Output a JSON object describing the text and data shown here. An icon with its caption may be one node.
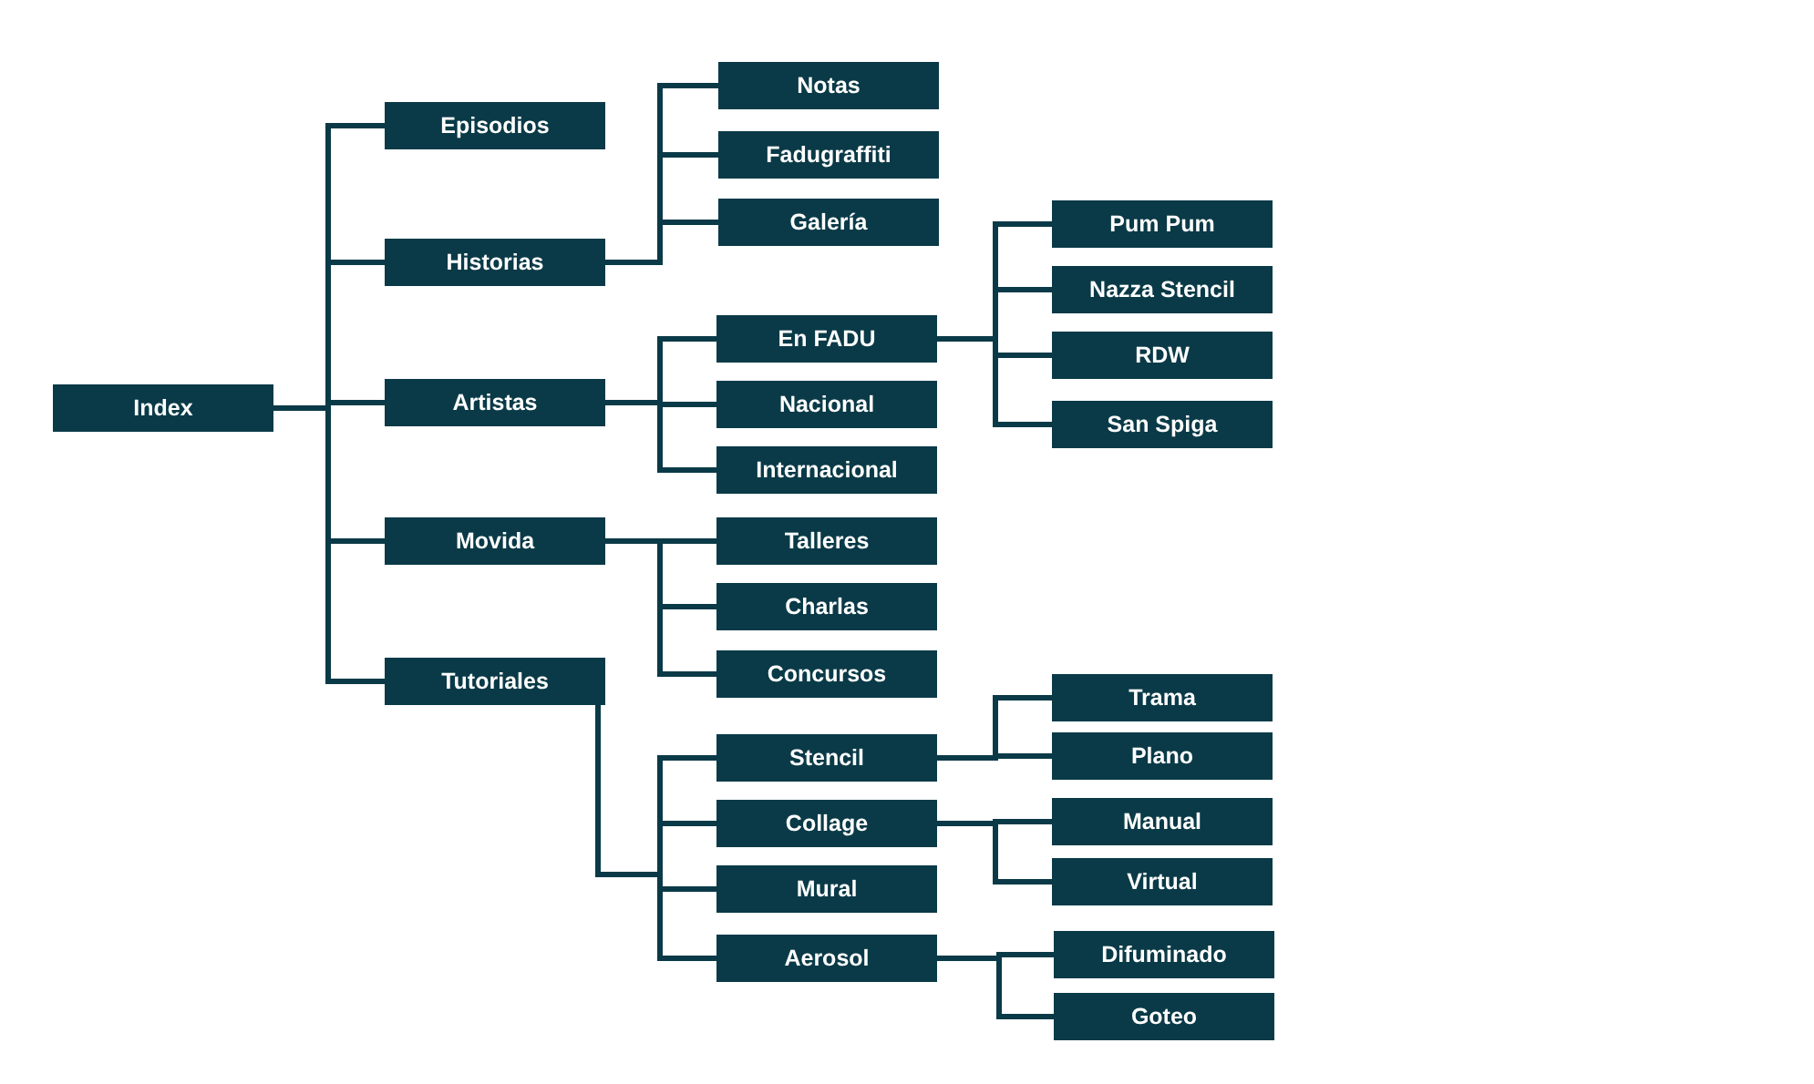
{
  "diagram": {
    "nodes": [
      {
        "text": [
          "Index"
        ]
      },
      {
        "text": [
          "Episodios"
        ]
      },
      {
        "text": [
          "Historias"
        ]
      },
      {
        "text": [
          "Artistas"
        ]
      },
      {
        "text": [
          "Movida"
        ]
      },
      {
        "text": [
          "Tutoriales"
        ]
      },
      {
        "text": [
          "Notas"
        ]
      },
      {
        "text": [
          "Fadugraffiti"
        ]
      },
      {
        "text": [
          "Galería"
        ]
      },
      {
        "text": [
          "En FADU"
        ]
      },
      {
        "text": [
          "Nacional"
        ]
      },
      {
        "text": [
          "Internacional"
        ]
      },
      {
        "text": [
          "Pum Pum"
        ]
      },
      {
        "text": [
          "Nazza Stencil"
        ]
      },
      {
        "text": [
          "RDW"
        ]
      },
      {
        "text": [
          "San Spiga"
        ]
      },
      {
        "text": [
          "Talleres"
        ]
      },
      {
        "text": [
          "Charlas"
        ]
      },
      {
        "text": [
          "Concursos"
        ]
      },
      {
        "text": [
          "Stencil"
        ]
      },
      {
        "text": [
          "Trama"
        ]
      },
      {
        "text": [
          "Plano"
        ]
      },
      {
        "text": [
          "Collage"
        ]
      },
      {
        "text": [
          "Manual"
        ]
      },
      {
        "text": [
          "Virtual"
        ]
      },
      {
        "text": [
          "Mural"
        ]
      },
      {
        "text": [
          "Aerosol"
        ]
      },
      {
        "text": [
          "Difuminado"
        ]
      },
      {
        "text": [
          "Goteo"
        ]
      }
    ],
    "edges": [
      {
        "from": 0,
        "to": 1,
        "arrow": "none"
      },
      {
        "from": 0,
        "to": 2,
        "arrow": "none"
      },
      {
        "from": 0,
        "to": 3,
        "arrow": "none"
      },
      {
        "from": 0,
        "to": 4,
        "arrow": "none"
      },
      {
        "from": 0,
        "to": 5,
        "arrow": "none"
      },
      {
        "from": 2,
        "to": 6,
        "arrow": "none"
      },
      {
        "from": 2,
        "to": 7,
        "arrow": "none"
      },
      {
        "from": 2,
        "to": 8,
        "arrow": "none"
      },
      {
        "from": 3,
        "to": 9,
        "arrow": "none"
      },
      {
        "from": 3,
        "to": 10,
        "arrow": "none"
      },
      {
        "from": 3,
        "to": 11,
        "arrow": "none"
      },
      {
        "from": 9,
        "to": 12,
        "arrow": "none"
      },
      {
        "from": 9,
        "to": 13,
        "arrow": "none"
      },
      {
        "from": 9,
        "to": 14,
        "arrow": "none"
      },
      {
        "from": 9,
        "to": 15,
        "arrow": "none"
      },
      {
        "from": 4,
        "to": 16,
        "arrow": "none"
      },
      {
        "from": 4,
        "to": 17,
        "arrow": "none"
      },
      {
        "from": 4,
        "to": 18,
        "arrow": "none"
      },
      {
        "from": 5,
        "to": 19,
        "arrow": "none"
      },
      {
        "from": 5,
        "to": 22,
        "arrow": "none"
      },
      {
        "from": 5,
        "to": 25,
        "arrow": "none"
      },
      {
        "from": 5,
        "to": 26,
        "arrow": "none"
      },
      {
        "from": 19,
        "to": 20,
        "arrow": "none"
      },
      {
        "from": 19,
        "to": 21,
        "arrow": "none"
      },
      {
        "from": 22,
        "to": 23,
        "arrow": "none"
      },
      {
        "from": 22,
        "to": 24,
        "arrow": "none"
      },
      {
        "from": 26,
        "to": 27,
        "arrow": "none"
      },
      {
        "from": 26,
        "to": 28,
        "arrow": "none"
      }
    ]
  }
}
